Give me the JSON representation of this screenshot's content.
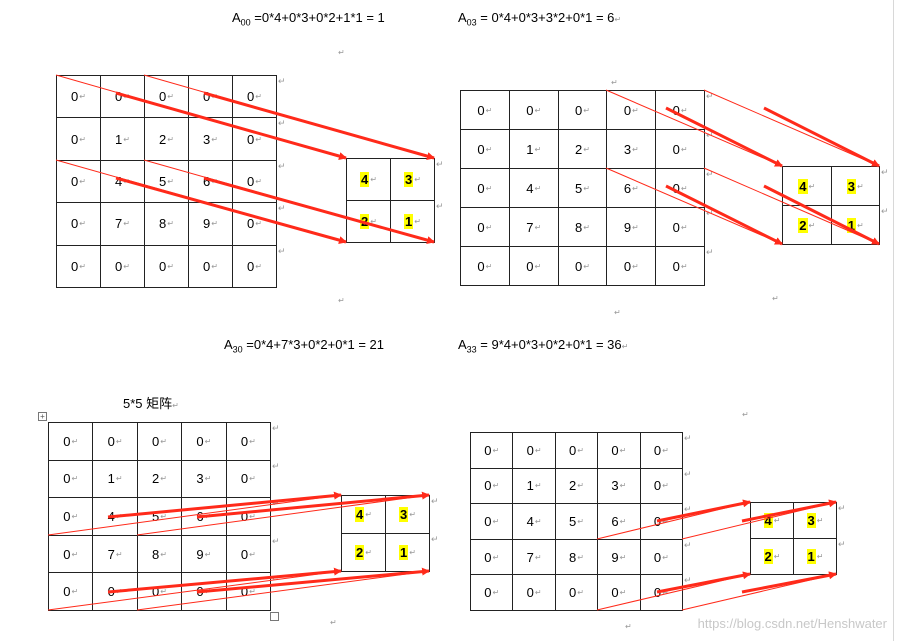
{
  "formulas": [
    {
      "name": "A",
      "sub": "00",
      "expr": " =0*4+0*3+0*2+1*1 = 1"
    },
    {
      "name": "A",
      "sub": "03",
      "expr": " = 0*4+0*3+3*2+0*1 = 6"
    },
    {
      "name": "A",
      "sub": "30",
      "expr": " =0*4+7*3+0*2+0*1 = 21"
    },
    {
      "name": "A",
      "sub": "33",
      "expr": " = 9*4+0*3+0*2+0*1 = 36"
    }
  ],
  "caption": "5*5 矩阵",
  "input_matrix": [
    [
      "0",
      "0",
      "0",
      "0",
      "0"
    ],
    [
      "0",
      "1",
      "2",
      "3",
      "0"
    ],
    [
      "0",
      "4",
      "5",
      "6",
      "0"
    ],
    [
      "0",
      "7",
      "8",
      "9",
      "0"
    ],
    [
      "0",
      "0",
      "0",
      "0",
      "0"
    ]
  ],
  "kernel": [
    [
      "4",
      "3"
    ],
    [
      "2",
      "1"
    ]
  ],
  "para_mark": "↵",
  "watermark": "https://blog.csdn.net/Henshwater",
  "arrow_color": "#ff2a1a"
}
